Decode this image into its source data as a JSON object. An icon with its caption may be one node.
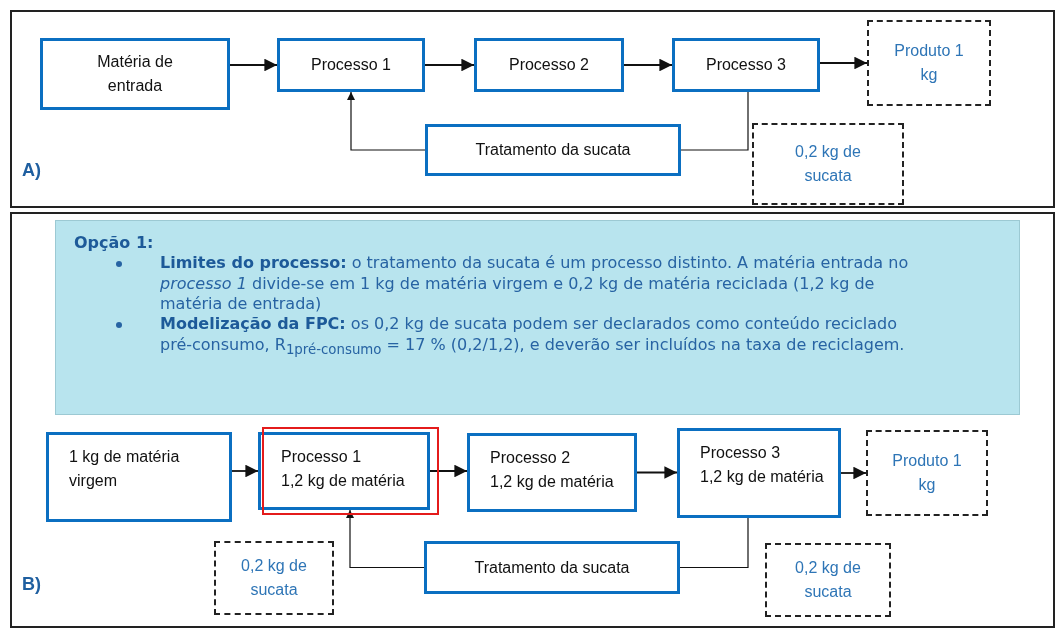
{
  "diagram": {
    "nodes": [
      {
        "text": [
          "A)"
        ]
      },
      {
        "text": [
          "Matéria de entrada"
        ],
        "in": 0
      },
      {
        "text": [
          "Processo 1"
        ],
        "in": 0
      },
      {
        "text": [
          "Processo 2"
        ],
        "in": 0
      },
      {
        "text": [
          "Processo 3"
        ],
        "in": 0
      },
      {
        "text": [
          "Produto 1 kg"
        ],
        "in": 0
      },
      {
        "text": [
          "Tratamento da sucata"
        ],
        "in": 0
      },
      {
        "text": [
          "0,2 kg de sucata"
        ],
        "in": 0
      },
      {
        "text": [
          "B)"
        ]
      },
      {
        "text": [
          "Opção 1:",
          "**Limites do processo:** o tratamento da sucata é um processo distinto. A matéria entrada no *processo 1* divide-se em 1 kg de matéria virgem e 0,2 kg de matéria reciclada (1,2 kg de matéria de entrada)",
          "**Modelização da FPC:** os 0,2 kg de sucata podem ser declarados como conteúdo reciclado pré-consumo, R$_{1pré-consumo}$ = 17 % (0,2/1,2), e deverão ser incluídos na taxa de reciclagem."
        ],
        "in": 8
      },
      {
        "text": [
          "1 kg de matéria virgem"
        ],
        "in": 8
      },
      {
        "text": [
          "Processo 1",
          "1,2 kg de matéria"
        ],
        "in": 8
      },
      {
        "text": [
          "Processo 2",
          "1,2 kg de matéria"
        ],
        "in": 8
      },
      {
        "text": [
          "Processo 3",
          "1,2 kg de matéria"
        ],
        "in": 8
      },
      {
        "text": [
          "Produto 1 kg"
        ],
        "in": 8
      },
      {
        "text": [
          "Tratamento da sucata"
        ],
        "in": 8
      },
      {
        "text": [
          "0,2 kg de sucata"
        ],
        "in": 8
      },
      {
        "text": [
          "0,2 kg de sucata"
        ],
        "in": 8
      }
    ],
    "edges": [
      {
        "from": 1,
        "to": 2,
        "arrow": "to"
      },
      {
        "from": 2,
        "to": 3,
        "arrow": "to"
      },
      {
        "from": 3,
        "to": 4,
        "arrow": "to"
      },
      {
        "from": 4,
        "to": 5,
        "arrow": "to"
      },
      {
        "from": 4,
        "to": 6,
        "arrow": "none"
      },
      {
        "from": 6,
        "to": 2,
        "arrow": "to"
      },
      {
        "from": 10,
        "to": 11,
        "arrow": "to"
      },
      {
        "from": 11,
        "to": 12,
        "arrow": "to"
      },
      {
        "from": 12,
        "to": 13,
        "arrow": "to"
      },
      {
        "from": 13,
        "to": 14,
        "arrow": "to"
      },
      {
        "from": 13,
        "to": 15,
        "arrow": "none"
      },
      {
        "from": 15,
        "to": 11,
        "arrow": "to"
      }
    ]
  }
}
